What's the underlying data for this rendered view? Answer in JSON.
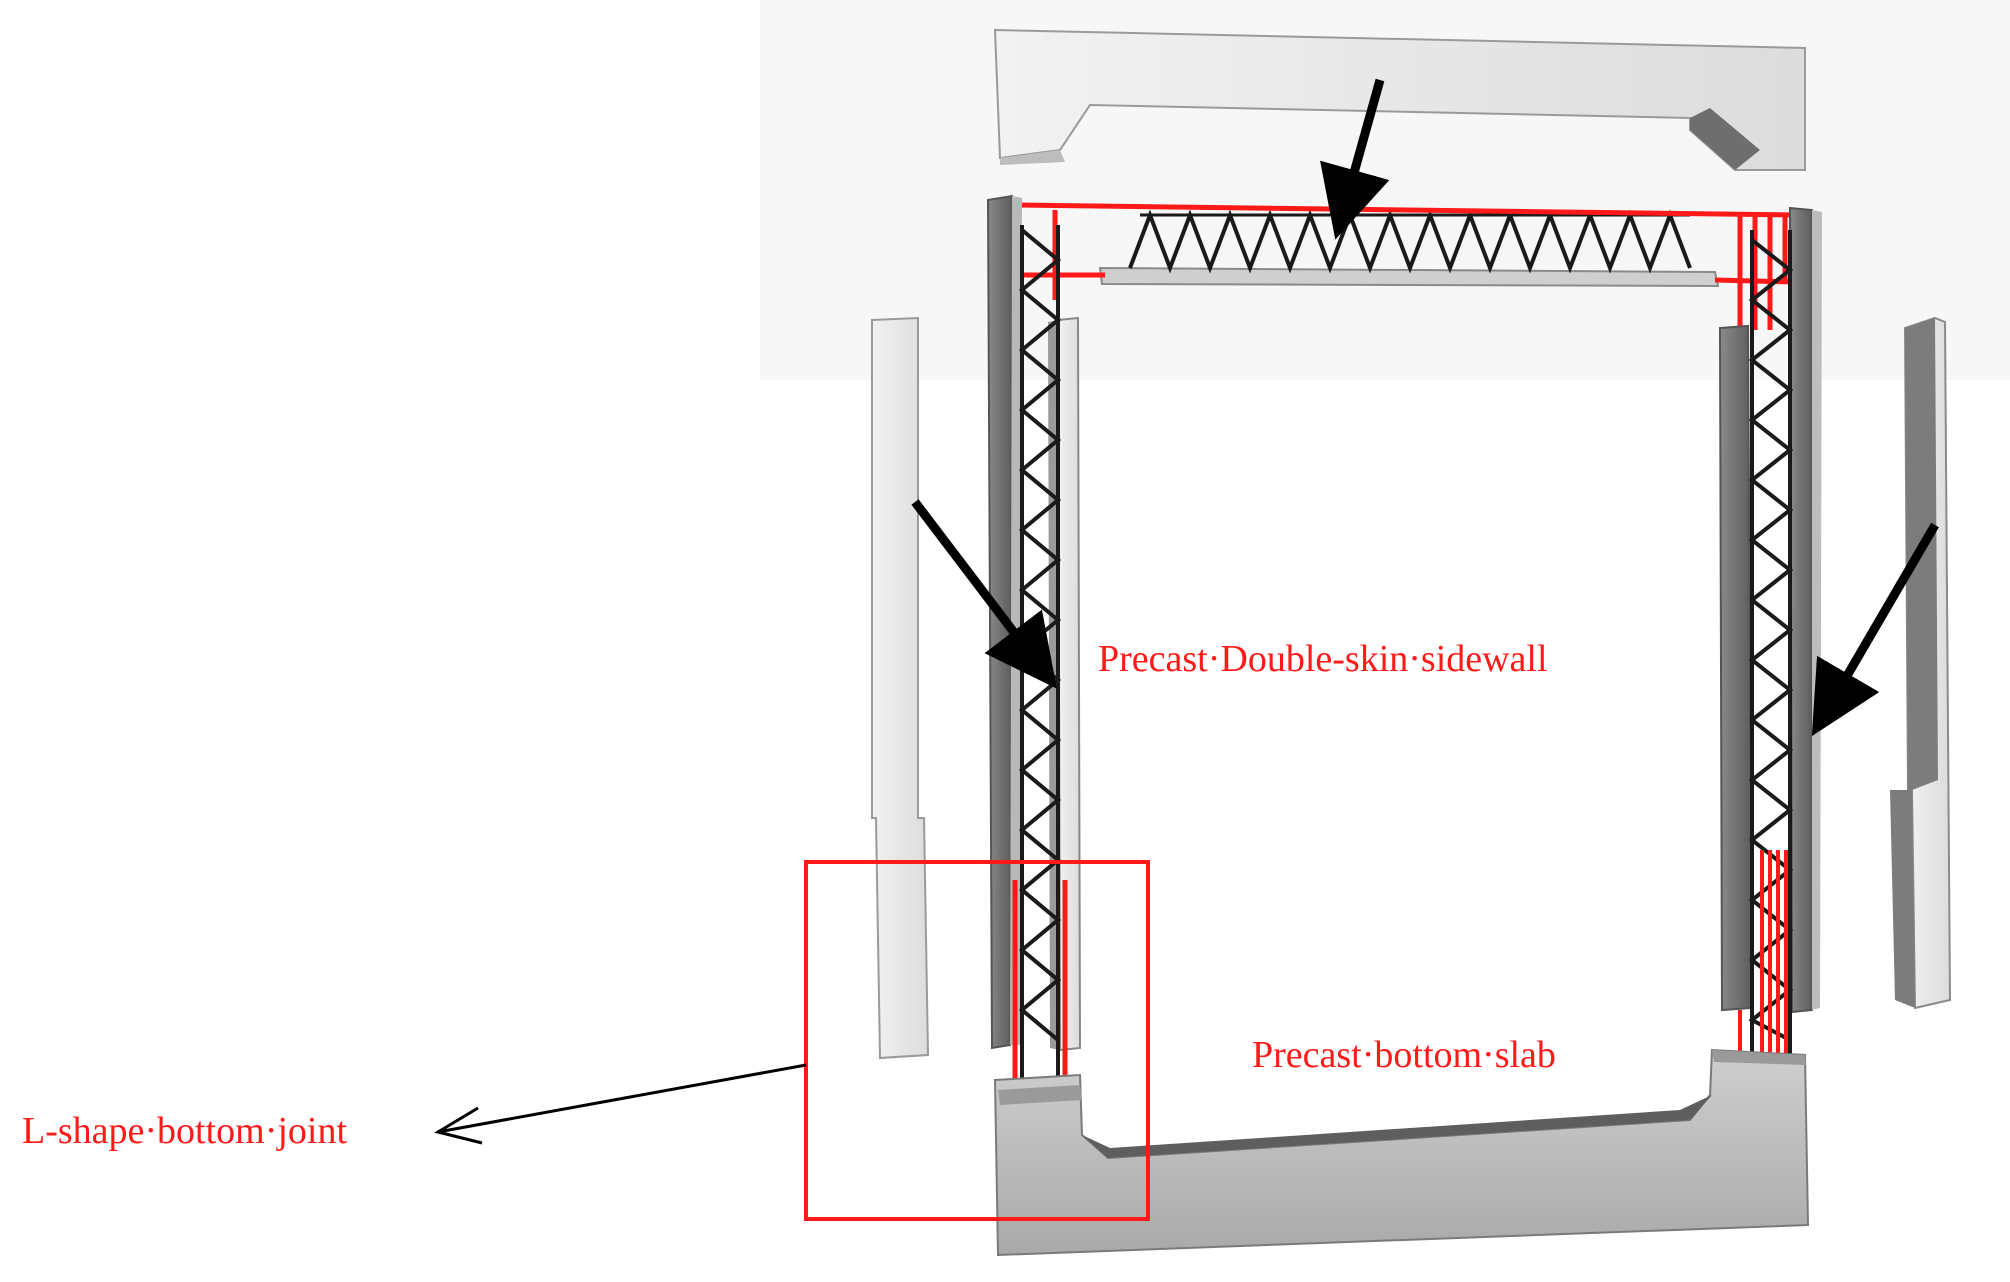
{
  "labels": {
    "sidewall": "Precast·Double-skin·sidewall",
    "bottom_slab": "Precast·bottom·slab",
    "joint": "L-shape·bottom·joint"
  },
  "colors": {
    "accent": "#ff1a1a",
    "concrete_light": "#e6e6e6",
    "concrete_mid": "#bdbdbd",
    "concrete_dark": "#7a7a7a",
    "truss": "#1a1a1a",
    "arrow": "#000000"
  }
}
